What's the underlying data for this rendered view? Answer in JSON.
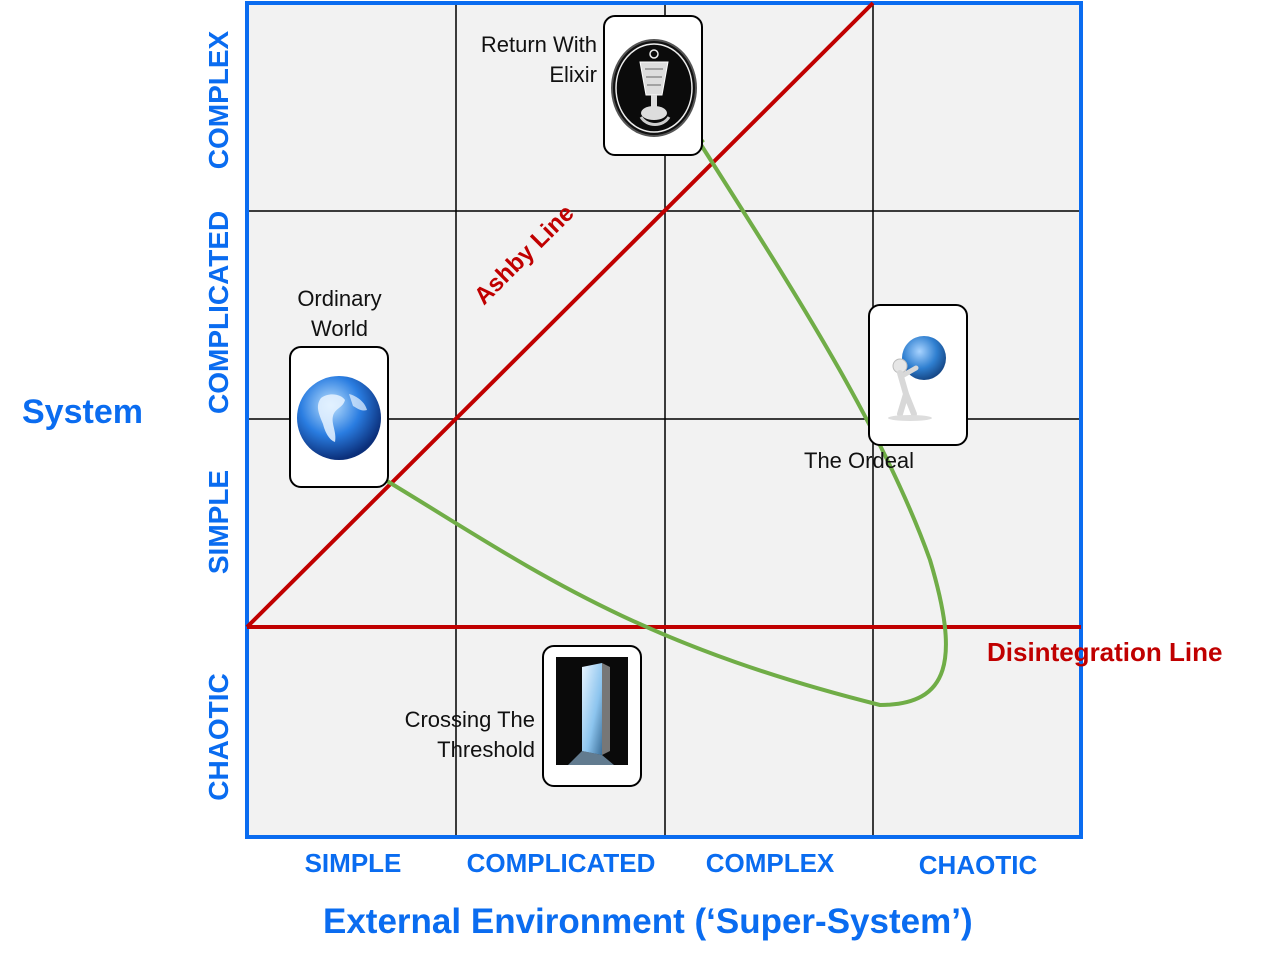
{
  "axes": {
    "y_title": "System",
    "x_title": "External Environment (‘Super-System’)",
    "y_levels": [
      "COMPLEX",
      "COMPLICATED",
      "SIMPLE",
      "CHAOTIC"
    ],
    "x_levels": [
      "SIMPLE",
      "COMPLICATED",
      "COMPLEX",
      "CHAOTIC"
    ]
  },
  "lines": {
    "ashby": "Ashby Line",
    "disintegration": "Disintegration Line"
  },
  "stages": {
    "ordinary_world": "Ordinary World",
    "crossing": "Crossing The Threshold",
    "ordeal": "The Ordeal",
    "return": "Return With Elixir"
  },
  "ordinary_world_lines": [
    "Ordinary",
    "World"
  ],
  "crossing_lines": [
    "Crossing The",
    "Threshold"
  ],
  "return_lines": [
    "Return With",
    "Elixir"
  ],
  "colors": {
    "accent_blue": "#0a6cf0",
    "grid_bg": "#f2f2f2",
    "red_line": "#c00000",
    "green_path": "#70ad47"
  }
}
